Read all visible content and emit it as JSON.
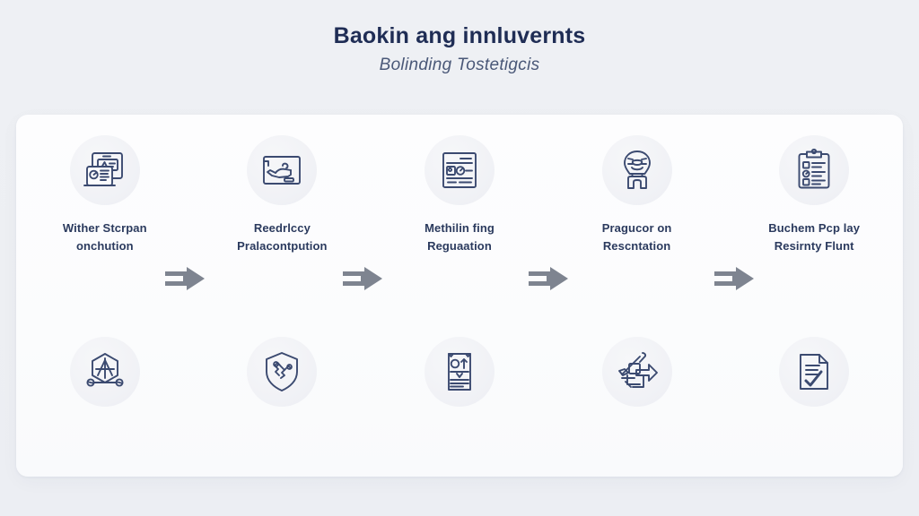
{
  "header": {
    "title": "Baokin ang innluvernts",
    "subtitle": "Bolinding Tostetigcis"
  },
  "colors": {
    "page_background": "#eef0f4",
    "card_background": "#fbfcfd",
    "title_text": "#1f2d55",
    "subtitle_text": "#4a5878",
    "label_text": "#2b3a5e",
    "icon_stroke": "#3b4a70",
    "icon_badge_fill": "#f1f2f6",
    "arrow_fill": "#7e8490"
  },
  "diagram": {
    "type": "process-flow",
    "rows": 2,
    "columns": 5,
    "arrow_count": 4,
    "arrow_direction": "right",
    "top_row": [
      {
        "icon": "dashboard-analytics-icon",
        "label_line_1": "Wither Stcrpan",
        "label_line_2": "onchution"
      },
      {
        "icon": "handshake-frame-icon",
        "label_line_1": "Reedrlccy",
        "label_line_2": "Pralacontpution"
      },
      {
        "icon": "id-card-form-icon",
        "label_line_1": "Methilin fing",
        "label_line_2": "Reguaation"
      },
      {
        "icon": "lightbulb-idea-icon",
        "label_line_1": "Pragucor on",
        "label_line_2": "Rescntation"
      },
      {
        "icon": "clipboard-checklist-icon",
        "label_line_1": "Buchem Pcp lay",
        "label_line_2": "Resirnty Flunt"
      }
    ],
    "bottom_row": [
      {
        "icon": "hexagon-network-node-icon",
        "label_line_1": "",
        "label_line_2": ""
      },
      {
        "icon": "shield-security-icon",
        "label_line_1": "",
        "label_line_2": ""
      },
      {
        "icon": "report-document-icon",
        "label_line_1": "",
        "label_line_2": ""
      },
      {
        "icon": "process-flow-arrow-icon",
        "label_line_1": "",
        "label_line_2": ""
      },
      {
        "icon": "document-approved-icon",
        "label_line_1": "",
        "label_line_2": ""
      }
    ]
  }
}
